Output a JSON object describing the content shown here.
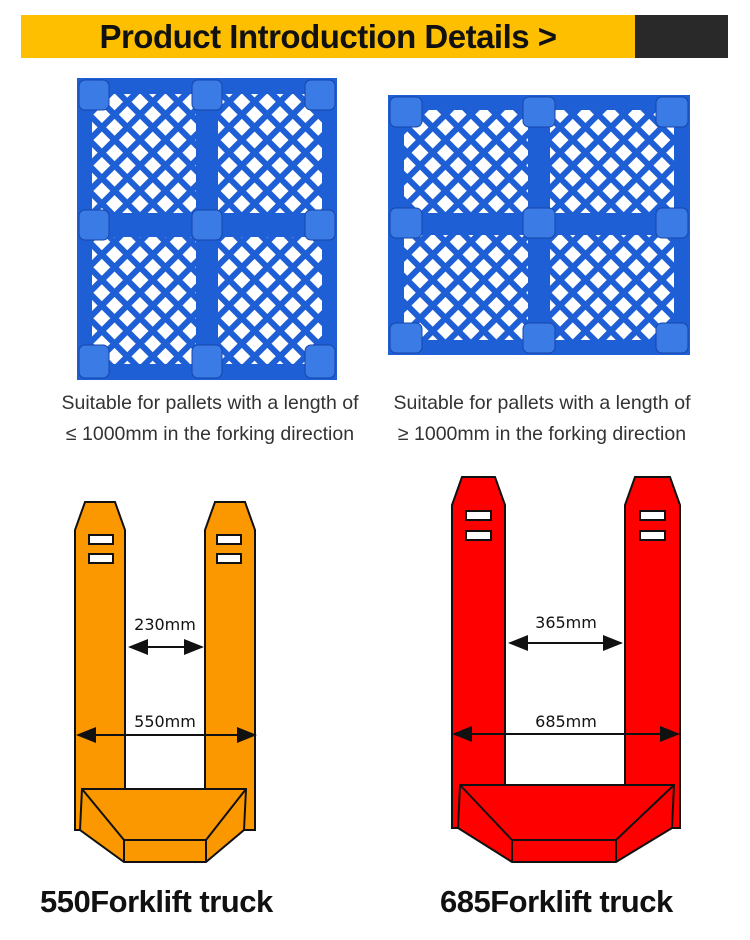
{
  "header": {
    "title": "Product Introduction Details >"
  },
  "pallets": [
    {
      "caption_line1": "Suitable for pallets with a length of",
      "caption_line2": "≤ 1000mm in the forking direction"
    },
    {
      "caption_line1": "Suitable for pallets with a length of",
      "caption_line2": "≥ 1000mm in the forking direction"
    }
  ],
  "trucks": [
    {
      "inner": "230mm",
      "outer": "550mm",
      "label": "550Forklift truck",
      "color": "#fb9800"
    },
    {
      "inner": "365mm",
      "outer": "685mm",
      "label": "685Forklift truck",
      "color": "#fe0000"
    }
  ],
  "colors": {
    "accent": "#fdbf00",
    "pallet": "#1f5fd6"
  }
}
